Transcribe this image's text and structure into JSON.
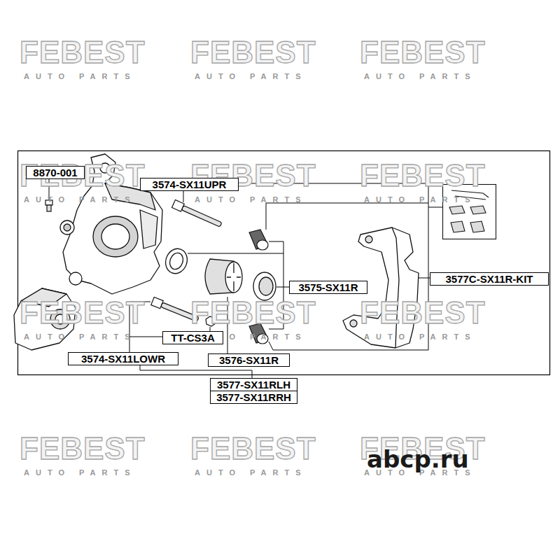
{
  "diagram": {
    "nodes": [
      {
        "text": [
          "8870-001"
        ]
      },
      {
        "text": [
          "3574-SX11UPR"
        ]
      },
      {
        "text": [
          "3577C-SX11R-KIT"
        ]
      },
      {
        "text": [
          "3575-SX11R"
        ]
      },
      {
        "text": [
          "TT-CS3A"
        ]
      },
      {
        "text": [
          "3574-SX11LOWR"
        ]
      },
      {
        "text": [
          "3576-SX11R"
        ]
      },
      {
        "text": [
          "3577-SX11RLH"
        ]
      },
      {
        "text": [
          "3577-SX11RRH"
        ]
      }
    ],
    "labels": [
      "FEBEST",
      "AUTO PARTS",
      "FEBEST",
      "AUTO PARTS",
      "FEBEST",
      "AUTO PARTS",
      "FEBEST",
      "AUTO PARTS",
      "FEBEST",
      "AUTO PARTS",
      "FEBEST",
      "AUTO PARTS",
      "FEBEST",
      "AUTO PARTS",
      "FEBEST",
      "AUTO PARTS",
      "FEBEST",
      "AUTO PARTS",
      "FEBEST",
      "AUTO PARTS",
      "FEBEST",
      "AUTO PARTS",
      "FEBEST",
      "AUTO PARTS",
      "abcp.ru"
    ]
  }
}
